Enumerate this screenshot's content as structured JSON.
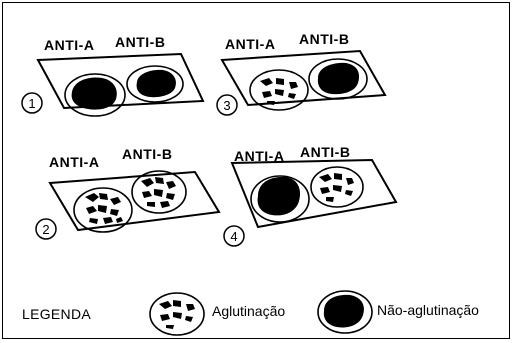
{
  "labels": {
    "anti_a": "ANTI-A",
    "anti_b": "ANTI-B"
  },
  "slides": [
    {
      "number": "1",
      "anti_a": "non-agglutination",
      "anti_b": "non-agglutination"
    },
    {
      "number": "2",
      "anti_a": "agglutination",
      "anti_b": "agglutination"
    },
    {
      "number": "3",
      "anti_a": "agglutination",
      "anti_b": "non-agglutination"
    },
    {
      "number": "4",
      "anti_a": "non-agglutination",
      "anti_b": "agglutination"
    }
  ],
  "legend": {
    "title": "LEGENDA",
    "agglutination": "Aglutinação",
    "non_agglutination": "Não-aglutinação"
  },
  "colors": {
    "ink": "#000000",
    "paper": "#ffffff"
  }
}
